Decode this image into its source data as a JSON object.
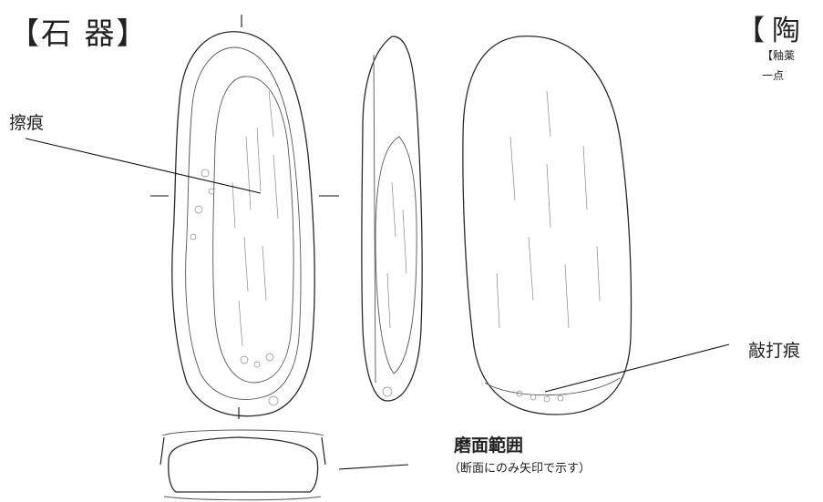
{
  "titles": {
    "stone_tool": "【石 器】",
    "pottery": "【陶 磁"
  },
  "pottery_notes": [
    "【釉薬",
    "一点"
  ],
  "labels": {
    "scratch_marks": "擦痕",
    "pecking_marks": "敲打痕",
    "polished_area": "磨面範囲",
    "polished_area_note": "（断面にのみ矢印で示す）"
  }
}
